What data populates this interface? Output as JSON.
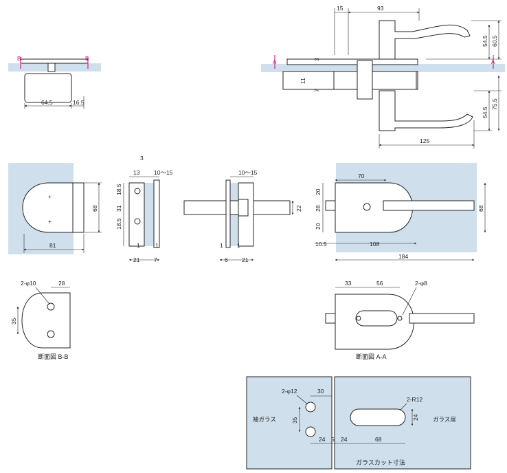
{
  "colors": {
    "glass": "#cfe0ec",
    "line": "#222222",
    "section_marker": "#d0006f"
  },
  "top_left": {
    "marker_left": "B",
    "marker_right": "B",
    "dim_width": "64.5",
    "dim_right": "16.5"
  },
  "top_right": {
    "marker_left": "A",
    "marker_right": "A",
    "dim_offset": "15",
    "dim_lever": "93",
    "dim_upper_h": "54.5",
    "dim_upper_total": "60.5",
    "dim_plate_top": "3",
    "dim_plate_a": "11",
    "dim_plate_b": "7",
    "dim_lower_h": "54.5",
    "dim_lower_total": "75.5",
    "dim_length": "125"
  },
  "mid_left": {
    "dim_height": "68",
    "dim_width": "81"
  },
  "mid_side": {
    "dim_thk": "3",
    "dim_top": "13",
    "dim_glass": "10〜15",
    "dim_a": "18.5",
    "dim_b": "31",
    "dim_c": "18.5",
    "dim_d1": "1",
    "dim_d2": "1",
    "dim_bot_a": "21",
    "dim_bot_b": "7"
  },
  "mid_lever": {
    "dim_glass": "10〜15",
    "dim_h": "22",
    "dim_a": "1",
    "dim_b": "1",
    "dim_c": "6",
    "dim_d": "21"
  },
  "mid_right": {
    "dim_top": "70",
    "dim_v1": "20",
    "dim_v2": "28",
    "dim_v3": "20",
    "dim_height": "68",
    "dim_left": "10.5",
    "dim_body": "108",
    "dim_total": "184"
  },
  "section_b": {
    "dim_holes": "2-φ10",
    "dim_x": "28",
    "dim_pitch": "35",
    "caption": "断面図 B-B"
  },
  "section_a": {
    "dim_a": "33",
    "dim_b": "56",
    "dim_holes": "2-φ8",
    "caption": "断面図 A-A"
  },
  "glass_cut": {
    "label_left": "袖ガラス",
    "label_right": "ガラス扉",
    "dim_holes": "2-φ12",
    "dim_x": "30",
    "dim_pitch": "35",
    "dim_radius": "2-R12",
    "dim_slot_h": "24",
    "dim_a": "24",
    "dim_gap": "5",
    "dim_b": "24",
    "dim_slot_w": "68",
    "caption": "ガラスカット寸法"
  }
}
